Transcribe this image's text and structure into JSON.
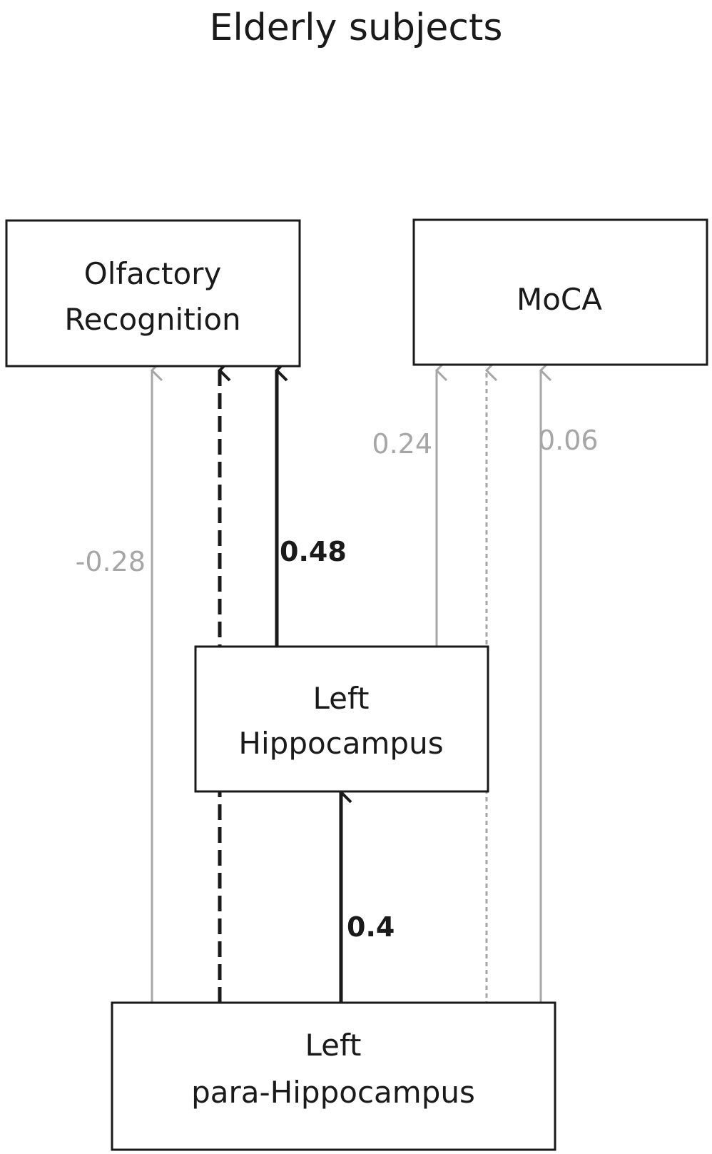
{
  "title": "Elderly subjects",
  "colors": {
    "black": "#1a1a1a",
    "gray": "#a6a6a6"
  },
  "nodes": {
    "olfactory": {
      "line1": "Olfactory",
      "line2": "Recognition"
    },
    "moca": {
      "line1": "MoCA"
    },
    "hippocampus": {
      "line1": "Left",
      "line2": "Hippocampus"
    },
    "parahippocampus": {
      "line1": "Left",
      "line2": "para-Hippocampus"
    }
  },
  "edges": [
    {
      "from": "parahippocampus",
      "to": "olfactory",
      "label": "-0.28",
      "style": "solid",
      "color": "gray",
      "weight": "normal"
    },
    {
      "from": "parahippocampus",
      "to": "olfactory",
      "label": "",
      "style": "dashed",
      "color": "black",
      "weight": "bold",
      "note": "mediated via Left Hippocampus"
    },
    {
      "from": "hippocampus",
      "to": "olfactory",
      "label": "0.48",
      "style": "solid",
      "color": "black",
      "weight": "bold"
    },
    {
      "from": "hippocampus",
      "to": "moca",
      "label": "0.24",
      "style": "solid",
      "color": "gray",
      "weight": "normal"
    },
    {
      "from": "parahippocampus",
      "to": "moca",
      "label": "",
      "style": "dotted",
      "color": "gray",
      "weight": "normal",
      "note": "mediated via Left Hippocampus"
    },
    {
      "from": "parahippocampus",
      "to": "moca",
      "label": "0.06",
      "style": "solid",
      "color": "gray",
      "weight": "normal"
    },
    {
      "from": "parahippocampus",
      "to": "hippocampus",
      "label": "0.4",
      "style": "solid",
      "color": "black",
      "weight": "bold"
    }
  ]
}
